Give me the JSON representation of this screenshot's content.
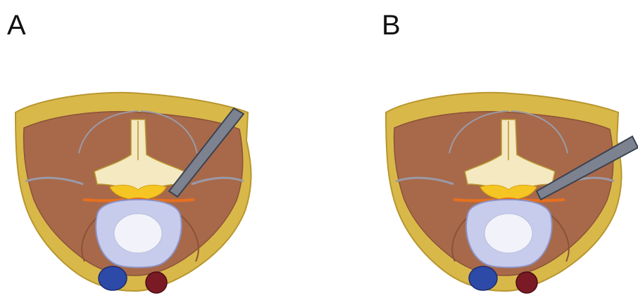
{
  "panels": [
    {
      "label": "A",
      "instrument_angle": "steep"
    },
    {
      "label": "B",
      "instrument_angle": "shallow"
    }
  ],
  "colors": {
    "fat": "#d9b84a",
    "fat_dark": "#b8962e",
    "muscle": "#a8694a",
    "muscle_dark": "#8a5238",
    "fascia": "#9a9aa8",
    "vertebral_body": "#c8ccec",
    "marrow": "#f2f2fa",
    "bone": "#f4e9c0",
    "ligament": "#f5c623",
    "nerve": "#e8701e",
    "vein": "#2e4aa8",
    "artery": "#7a1a24",
    "instrument": "#7c8290",
    "instrument_edge": "#3c4250"
  }
}
